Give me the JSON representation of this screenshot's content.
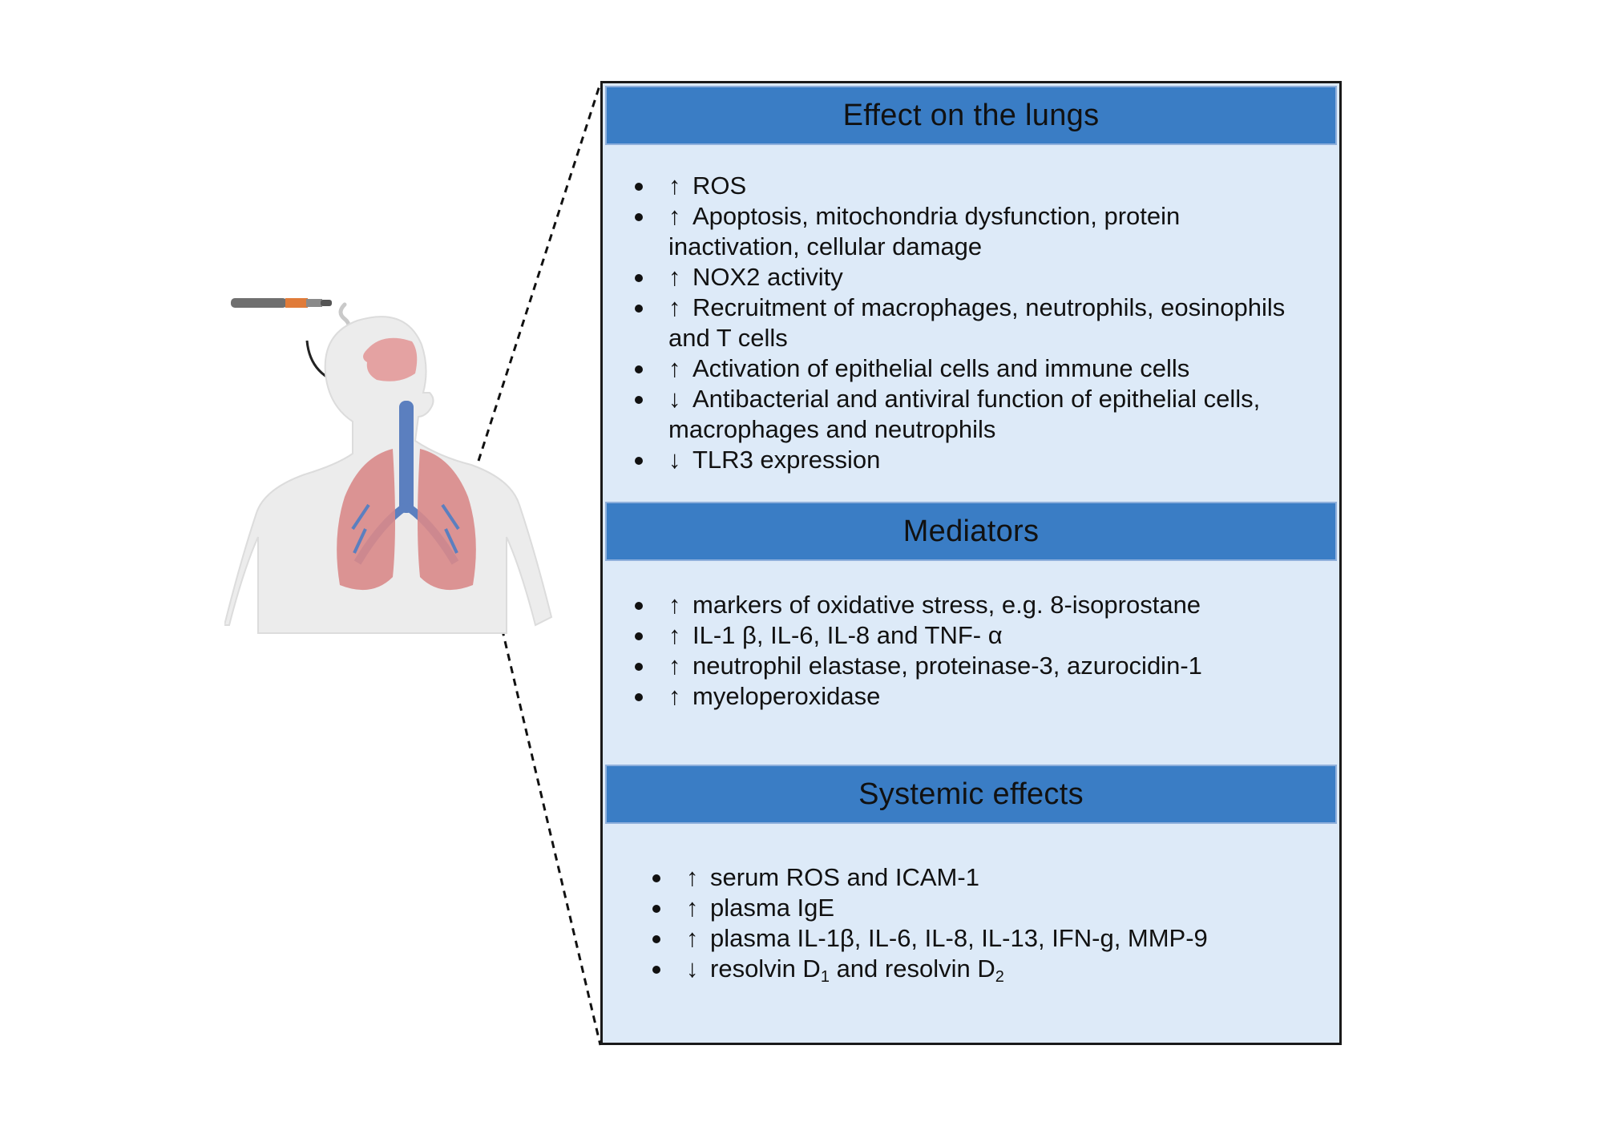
{
  "panel": {
    "sections": [
      {
        "title": "Effect on the lungs",
        "items": [
          {
            "arrow": "↑",
            "text": "ROS"
          },
          {
            "arrow": "↑",
            "text": "Apoptosis, mitochondria dysfunction, protein inactivation, cellular damage"
          },
          {
            "arrow": "↑",
            "text": "NOX2 activity"
          },
          {
            "arrow": "↑",
            "text": "Recruitment of macrophages, neutrophils, eosinophils  and T cells"
          },
          {
            "arrow": "↑",
            "text": "Activation of epithelial cells and immune cells"
          },
          {
            "arrow": "↓",
            "text": "Antibacterial and antiviral function of epithelial cells, macrophages and neutrophils"
          },
          {
            "arrow": "↓",
            "text": "TLR3 expression"
          }
        ]
      },
      {
        "title": "Mediators",
        "items": [
          {
            "arrow": "↑",
            "text": "markers of oxidative stress, e.g. 8-isoprostane"
          },
          {
            "arrow": "↑",
            "text": "IL-1 β, IL-6, IL-8 and TNF- α"
          },
          {
            "arrow": "↑",
            "text": "neutrophil elastase, proteinase-3, azurocidin-1"
          },
          {
            "arrow": "↑",
            "text": "myeloperoxidase"
          }
        ]
      },
      {
        "title": "Systemic effects",
        "items": [
          {
            "arrow": "↑",
            "text": "serum ROS and ICAM-1"
          },
          {
            "arrow": "↑",
            "text": "plasma IgE"
          },
          {
            "arrow": "↑",
            "text": "plasma  IL-1β, IL-6, IL-8, IL-13, IFN-g, MMP-9"
          },
          {
            "arrow": "↓",
            "text": "resolvin D",
            "sub1": "1",
            "mid": " and resolvin D",
            "sub2": "2"
          }
        ]
      }
    ]
  },
  "figure": {
    "icons": [
      "e-cigarette-icon",
      "vapor-icon",
      "inhale-arrow-icon",
      "human-torso-icon",
      "airway-icon",
      "lungs-icon"
    ],
    "colors": {
      "panel_bg": "#ddeaf8",
      "header_bg": "#3a7dc5",
      "lungs": "#d98a8a",
      "airway": "#5b7fbf",
      "skin": "#ececec"
    }
  }
}
